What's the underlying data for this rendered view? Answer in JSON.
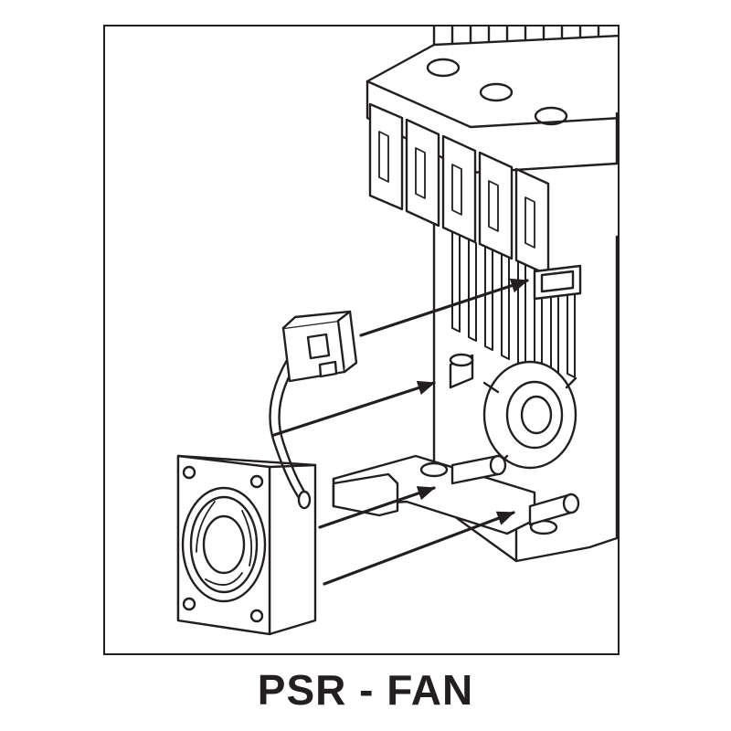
{
  "figure": {
    "caption": "PSR - FAN",
    "components": [
      "psr-module",
      "fan",
      "fan-connector",
      "mounting-pins"
    ],
    "colors": {
      "line": "#231f20",
      "fill": "#ffffff",
      "shade": "#e6e6e6"
    }
  }
}
